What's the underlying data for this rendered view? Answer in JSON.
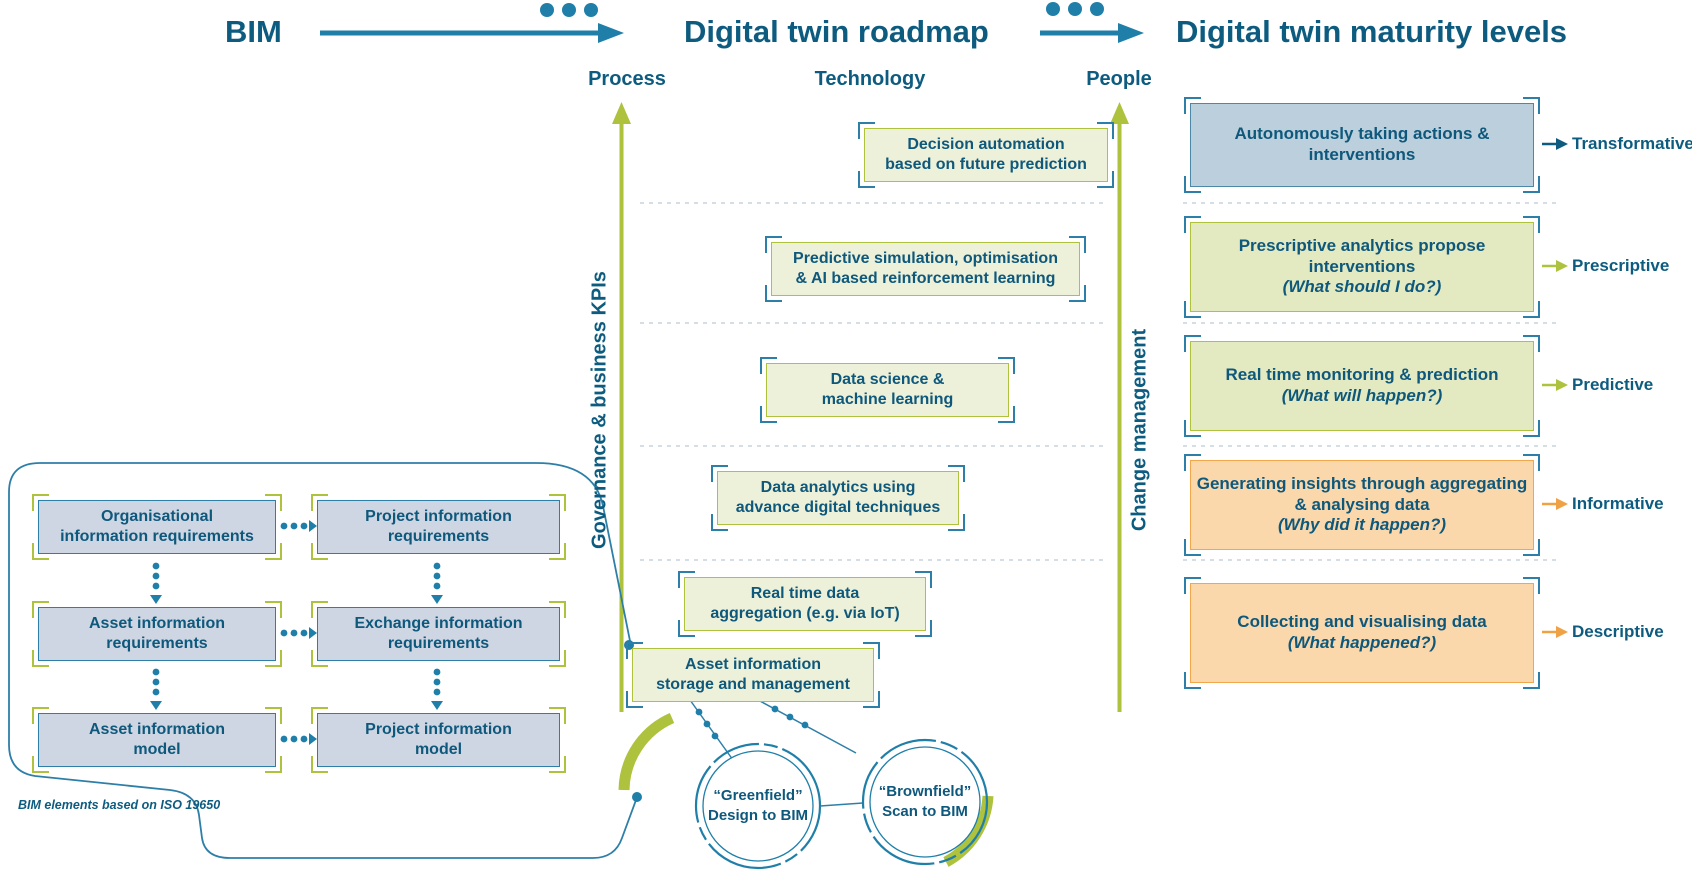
{
  "header": {
    "bim": "BIM",
    "roadmap": "Digital twin roadmap",
    "maturity": "Digital twin maturity levels"
  },
  "columns": {
    "process": "Process",
    "technology": "Technology",
    "people": "People"
  },
  "axes": {
    "left": "Governance & business KPIs",
    "right": "Change management"
  },
  "roadmap_boxes": [
    {
      "line1": "Decision automation",
      "line2": "based on future prediction"
    },
    {
      "line1": "Predictive simulation, optimisation",
      "line2": "& AI based reinforcement learning"
    },
    {
      "line1": "Data science &",
      "line2": "machine learning"
    },
    {
      "line1": "Data analytics using",
      "line2": "advance digital techniques"
    },
    {
      "line1": "Real time data",
      "line2": "aggregation (e.g. via IoT)"
    },
    {
      "line1": "Asset information",
      "line2": "storage and management"
    }
  ],
  "maturity_levels": [
    {
      "text": "Autonomously taking actions & interventions",
      "question": "",
      "level": "Transformative"
    },
    {
      "text": "Prescriptive analytics propose interventions",
      "question": "(What should I do?)",
      "level": "Prescriptive"
    },
    {
      "text": "Real time monitoring & prediction",
      "question": "(What will happen?)",
      "level": "Predictive"
    },
    {
      "text": "Generating insights through aggregating & analysing data",
      "question": "(Why did it happen?)",
      "level": "Informative"
    },
    {
      "text": "Collecting and visualising data",
      "question": "(What happened?)",
      "level": "Descriptive"
    }
  ],
  "bim_boxes": [
    {
      "line1": "Organisational",
      "line2": "information requirements"
    },
    {
      "line1": "Project information",
      "line2": "requirements"
    },
    {
      "line1": "Asset information",
      "line2": "requirements"
    },
    {
      "line1": "Exchange information",
      "line2": "requirements"
    },
    {
      "line1": "Asset information",
      "line2": "model"
    },
    {
      "line1": "Project information",
      "line2": "model"
    }
  ],
  "bim_caption": "BIM elements based on ISO 19650",
  "circles": [
    {
      "name": "“Greenfield”",
      "label": "Design to BIM"
    },
    {
      "name": "“Brownfield”",
      "label": "Scan to BIM"
    }
  ],
  "colors": {
    "teal": "#1f7fa8",
    "dark_blue": "#0d5c80",
    "lime": "#aec23d",
    "orange": "#f0a143",
    "tech_fill": "#eef1d9",
    "bim_fill": "#cfd6e3",
    "maturity_blue": "#bccfdc",
    "maturity_green": "#e3e9c1",
    "maturity_orange": "#fbd8ab"
  }
}
